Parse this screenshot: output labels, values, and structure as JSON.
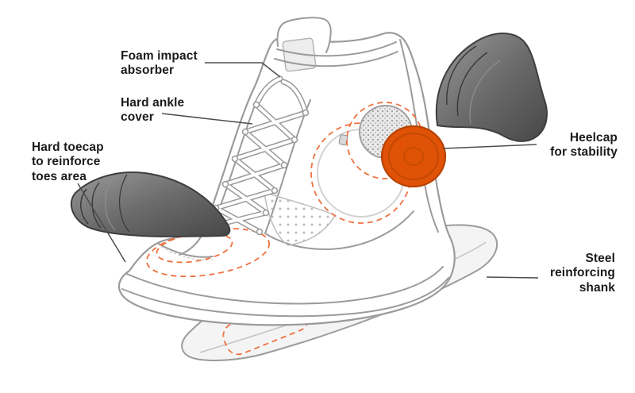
{
  "colors": {
    "background": "#ffffff",
    "text": "#1b1b1b",
    "line_gray": "#9b9b9b",
    "dashed_orange": "#ef7240",
    "accent_orange": "#e05206",
    "part_dark_gray": "#5f5f5f",
    "sole_fill": "#f4f4f4",
    "steel_gray": "#b5b5b5"
  },
  "labels": {
    "foam_impact_absorber": [
      "Foam impact",
      "absorber"
    ],
    "hard_ankle_cover": [
      "Hard ankle",
      "cover"
    ],
    "hard_toecap": [
      "Hard toecap",
      "to reinforce",
      "toes area"
    ],
    "heelcap": [
      "Heelcap",
      "for stability"
    ],
    "steel_reinforcing_shank": [
      "Steel",
      "reinforcing",
      "shank"
    ]
  }
}
